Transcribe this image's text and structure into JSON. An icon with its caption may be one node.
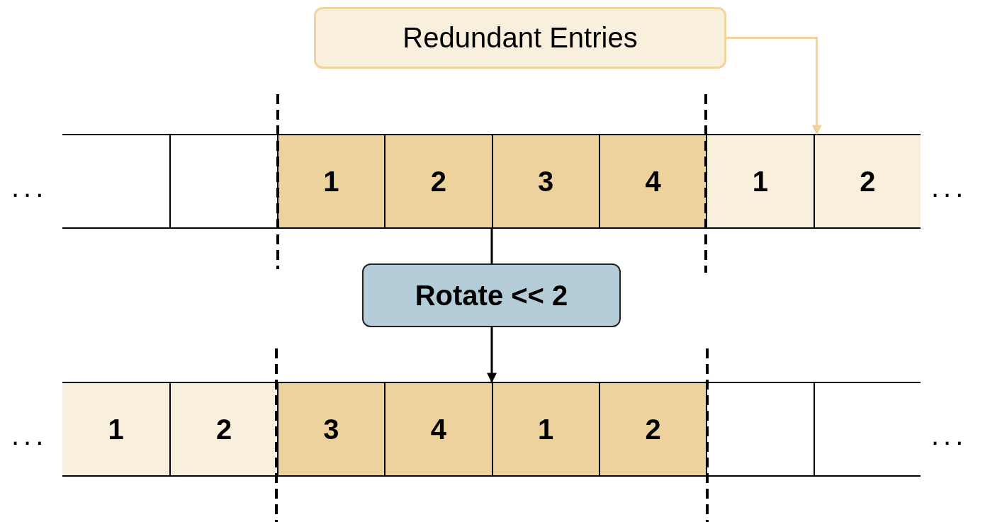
{
  "diagram": {
    "nodes": [
      {
        "text": [
          "Redundant Entries"
        ]
      },
      {
        "text": [],
        "shape": "box"
      },
      {
        "text": [],
        "shape": "box"
      },
      {
        "text": [
          "1"
        ]
      },
      {
        "text": [
          "2"
        ]
      },
      {
        "text": [
          "3"
        ]
      },
      {
        "text": [
          "4"
        ]
      },
      {
        "text": [
          "1"
        ]
      },
      {
        "text": [
          "2"
        ]
      },
      {
        "text": [
          "Rotate << 2"
        ]
      },
      {
        "text": [
          "1"
        ]
      },
      {
        "text": [
          "2"
        ]
      },
      {
        "text": [
          "3"
        ]
      },
      {
        "text": [
          "4"
        ]
      },
      {
        "text": [
          "1"
        ]
      },
      {
        "text": [
          "2"
        ]
      },
      {
        "text": [],
        "shape": "box"
      },
      {
        "text": [],
        "shape": "box"
      }
    ],
    "edges": [
      {
        "from": 0,
        "to": 8,
        "arrow": "to",
        "color": "#f0d49b"
      },
      {
        "from": 5,
        "to": 9,
        "arrow": "none"
      },
      {
        "from": 9,
        "to": 14,
        "arrow": "to"
      }
    ],
    "labels": [
      "...",
      "...",
      "...",
      "..."
    ]
  }
}
